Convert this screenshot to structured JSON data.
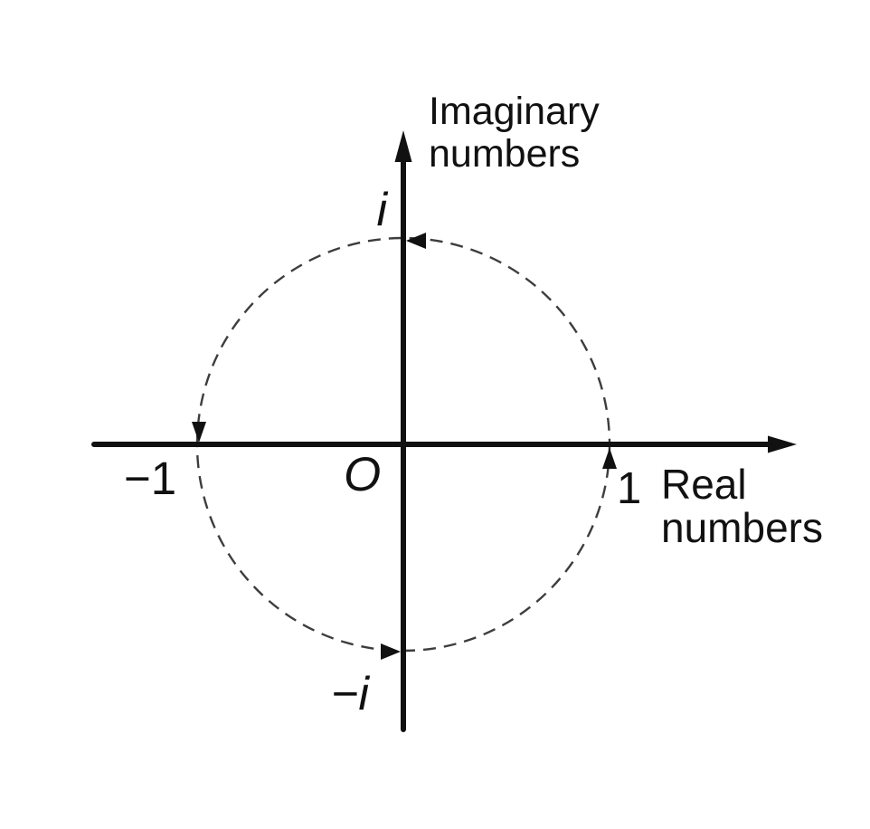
{
  "diagram": {
    "type": "complex-plane-unit-circle",
    "axes": {
      "imaginary_label_line1": "Imaginary",
      "imaginary_label_line2": "numbers",
      "real_label_line1": "Real",
      "real_label_line2": "numbers",
      "origin_label": "O"
    },
    "points": {
      "top": "i",
      "bottom": "−i",
      "left": "−1",
      "right": "1"
    },
    "circle": {
      "style": "dashed",
      "rotation_direction": "counterclockwise",
      "arrow_count": 4
    },
    "colors": {
      "axis": "#111111",
      "circle": "#3d3d3d",
      "background": "#ffffff",
      "text": "#111111"
    }
  }
}
